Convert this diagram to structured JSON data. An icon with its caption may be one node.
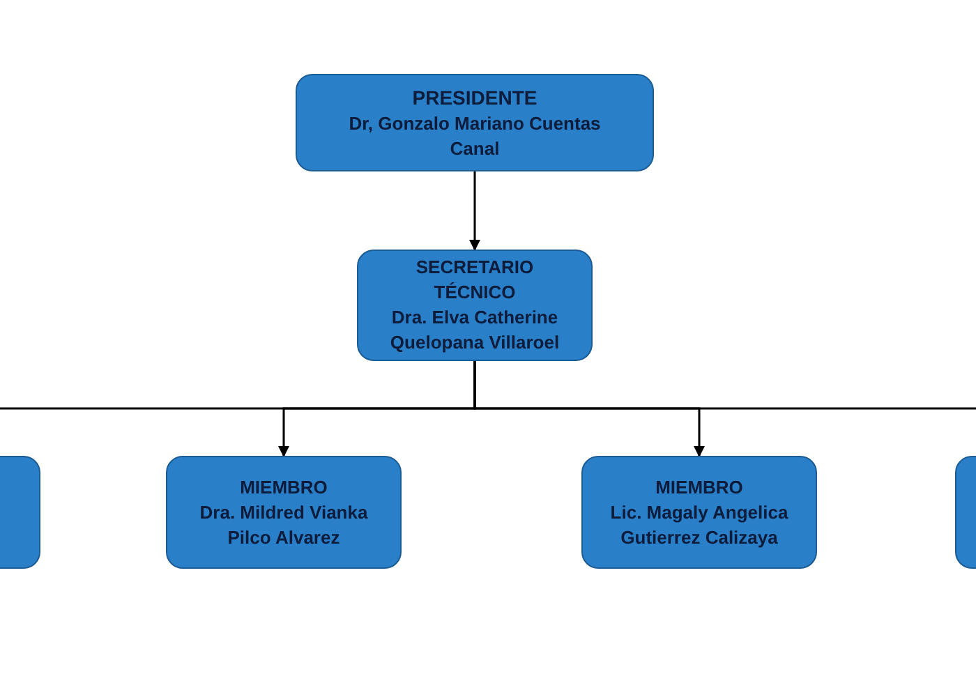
{
  "diagram": {
    "nodes": [
      {
        "text": [
          "PRESIDENTE",
          "Dr, Gonzalo Mariano Cuentas Canal"
        ]
      },
      {
        "text": [
          "SECRETARIO TÉCNICO",
          "Dra. Elva Catherine Quelopana Villaroel"
        ]
      },
      {
        "text": [],
        "shape": "box"
      },
      {
        "text": [
          "MIEMBRO",
          "Dra. Mildred Vianka Pilco Alvarez"
        ]
      },
      {
        "text": [
          "MIEMBRO",
          "Lic. Magaly Angelica Gutierrez Calizaya"
        ]
      },
      {
        "text": [],
        "shape": "box"
      }
    ],
    "edges": [
      {
        "from": 0,
        "to": 1,
        "arrow": "to"
      },
      {
        "from": 1,
        "to": 2,
        "arrow": "to"
      },
      {
        "from": 1,
        "to": 3,
        "arrow": "to"
      },
      {
        "from": 1,
        "to": 4,
        "arrow": "to"
      },
      {
        "from": 1,
        "to": 5,
        "arrow": "to"
      }
    ]
  }
}
